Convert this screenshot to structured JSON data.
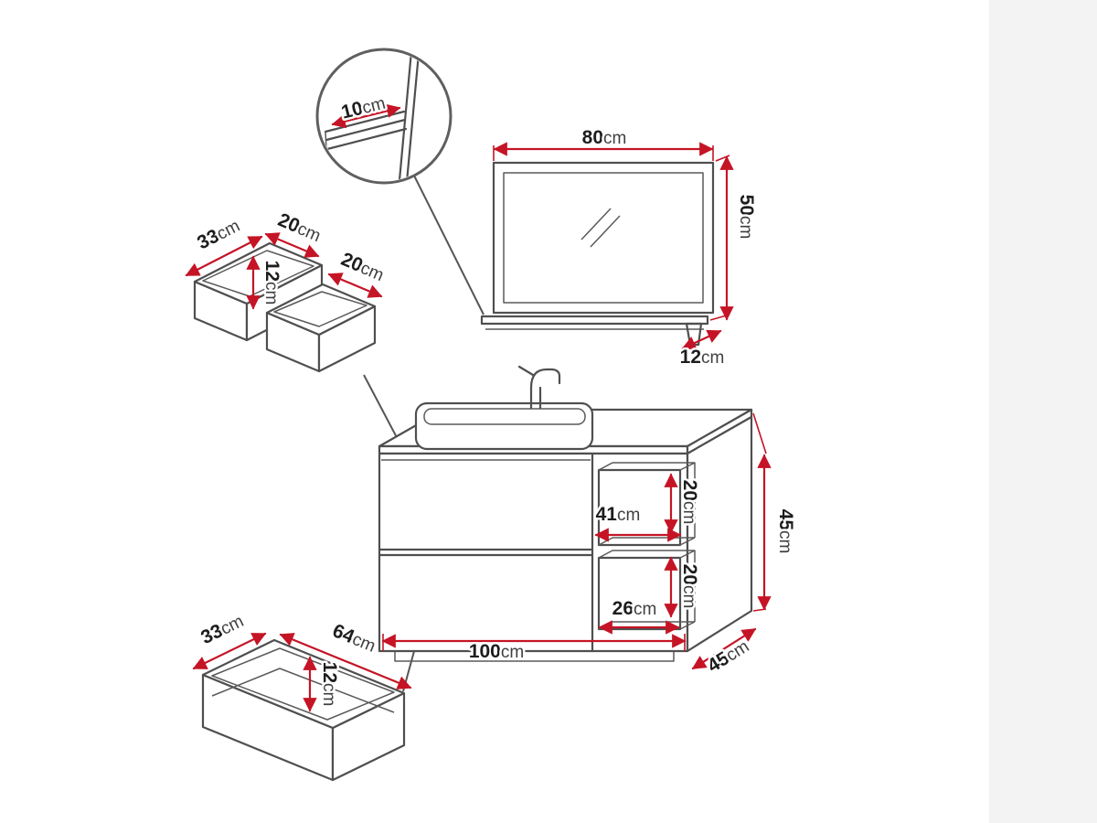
{
  "diagram": {
    "type": "furniture-dimension-diagram",
    "subject": "bathroom vanity set: mirror with shelf, washbasin cabinet, drawer and drawer organizer",
    "colors": {
      "background": "#ffffff",
      "margin_band": "#f3f3f3",
      "outline": "#4f4f4f",
      "dimension": "#c51425",
      "label_value": "#1d1d1d",
      "label_unit": "#3f3f3f"
    },
    "labels": {
      "detail_shelf": {
        "value": "10",
        "unit": "cm"
      },
      "mirror_width": {
        "value": "80",
        "unit": "cm"
      },
      "mirror_height": {
        "value": "50",
        "unit": "cm"
      },
      "mirror_shelf_depth": {
        "value": "12",
        "unit": "cm"
      },
      "organizer_depth": {
        "value": "33",
        "unit": "cm"
      },
      "organizer_back_width": {
        "value": "20",
        "unit": "cm"
      },
      "organizer_height": {
        "value": "12",
        "unit": "cm"
      },
      "organizer_front_width": {
        "value": "20",
        "unit": "cm"
      },
      "niche_width": {
        "value": "41",
        "unit": "cm"
      },
      "niche_upper_height": {
        "value": "20",
        "unit": "cm"
      },
      "niche_lower_height": {
        "value": "20",
        "unit": "cm"
      },
      "niche_lower_width": {
        "value": "26",
        "unit": "cm"
      },
      "cabinet_height": {
        "value": "45",
        "unit": "cm"
      },
      "cabinet_width": {
        "value": "100",
        "unit": "cm"
      },
      "cabinet_depth": {
        "value": "45",
        "unit": "cm"
      },
      "drawer_depth": {
        "value": "33",
        "unit": "cm"
      },
      "drawer_width": {
        "value": "64",
        "unit": "cm"
      },
      "drawer_height": {
        "value": "12",
        "unit": "cm"
      }
    }
  }
}
